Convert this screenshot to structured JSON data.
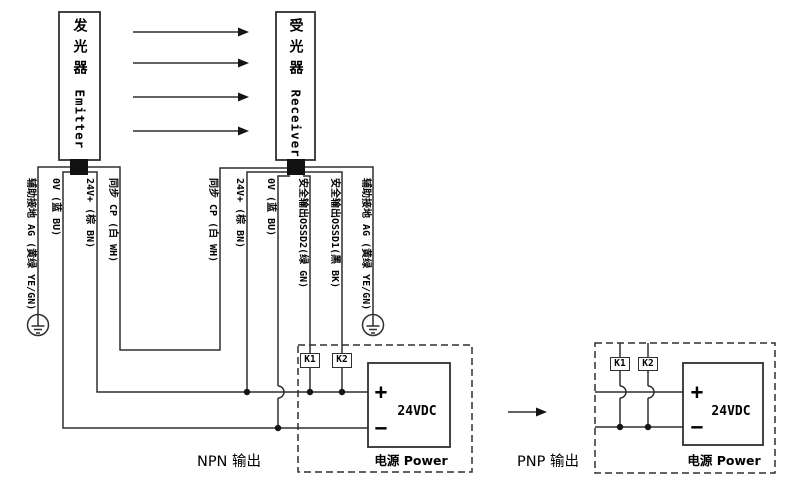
{
  "colors": {
    "line": "#2f2f2f",
    "text": "#000000",
    "connector_fill": "#111111"
  },
  "emitter": {
    "name_cn": "发光器",
    "name_en": "Emitter",
    "wires": [
      "辅助接地 AG (黄绿 YE/GN)",
      "0V (蓝 BU)",
      "24V+ (棕 BN)",
      "同步 CP (白 WH)"
    ]
  },
  "receiver": {
    "name_cn": "受光器",
    "name_en": "Receiver",
    "wires": [
      "同步 CP (白 WH)",
      "24V+ (棕 BN)",
      "0V (蓝 BU)",
      "安全输出OSSD2(绿 GN)",
      "安全输出OSSD1(黑 BK)",
      "辅助接地 AG (黄绿 YE/GN)"
    ]
  },
  "npn": {
    "section_label": "NPN 输出",
    "relay1": "K1",
    "relay2": "K2",
    "psu": {
      "voltage": "24VDC",
      "caption": "电源 Power",
      "plus": "+",
      "minus": "−"
    }
  },
  "pnp": {
    "section_label": "PNP 输出",
    "relay1": "K1",
    "relay2": "K2",
    "psu": {
      "voltage": "24VDC",
      "caption": "电源 Power",
      "plus": "+",
      "minus": "−"
    }
  }
}
